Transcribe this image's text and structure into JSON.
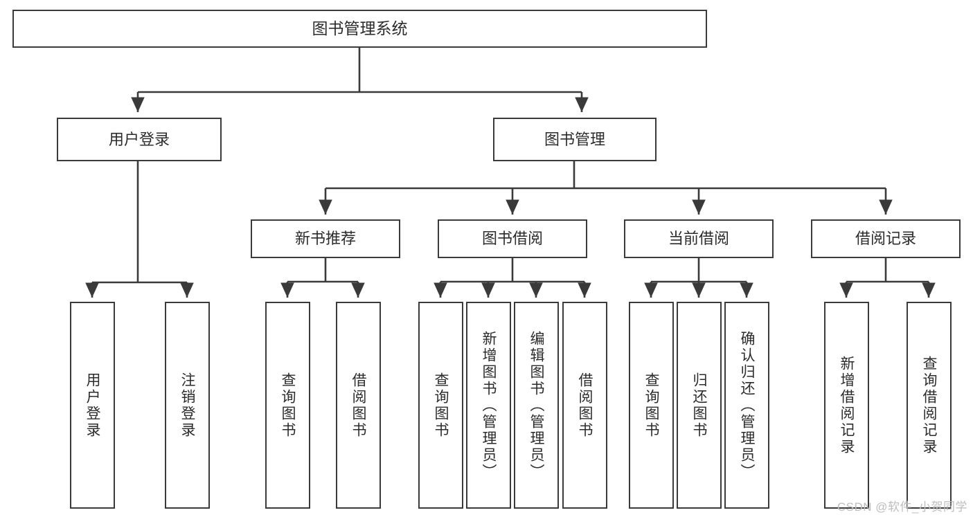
{
  "diagram": {
    "title": "图书管理系统",
    "watermark": "CSDN @软件_小贺同学",
    "style": {
      "box_border": "#3a3a3a",
      "box_fill": "#ffffff",
      "text": "#2b2b2b",
      "wire": "#3a3a3a",
      "watermark_color": "#bdbdbd",
      "background": "#ffffff"
    },
    "nodes": {
      "root": {
        "label": "图书管理系统"
      },
      "level1": [
        {
          "label": "用户登录"
        },
        {
          "label": "图书管理"
        }
      ],
      "level2": [
        {
          "label": "新书推荐"
        },
        {
          "label": "图书借阅"
        },
        {
          "label": "当前借阅"
        },
        {
          "label": "借阅记录"
        }
      ],
      "leaves_user_login": [
        {
          "label": "用户登录"
        },
        {
          "label": "注销登录"
        }
      ],
      "leaves_new_books": [
        {
          "label": "查询图书"
        },
        {
          "label": "借阅图书"
        }
      ],
      "leaves_borrow": [
        {
          "label": "查询图书"
        },
        {
          "label": "新增图书（管理员）"
        },
        {
          "label": "编辑图书（管理员）"
        },
        {
          "label": "借阅图书"
        }
      ],
      "leaves_current": [
        {
          "label": "查询图书"
        },
        {
          "label": "归还图书"
        },
        {
          "label": "确认归还（管理员）"
        }
      ],
      "leaves_records": [
        {
          "label": "新增借阅记录"
        },
        {
          "label": "查询借阅记录"
        }
      ]
    }
  }
}
